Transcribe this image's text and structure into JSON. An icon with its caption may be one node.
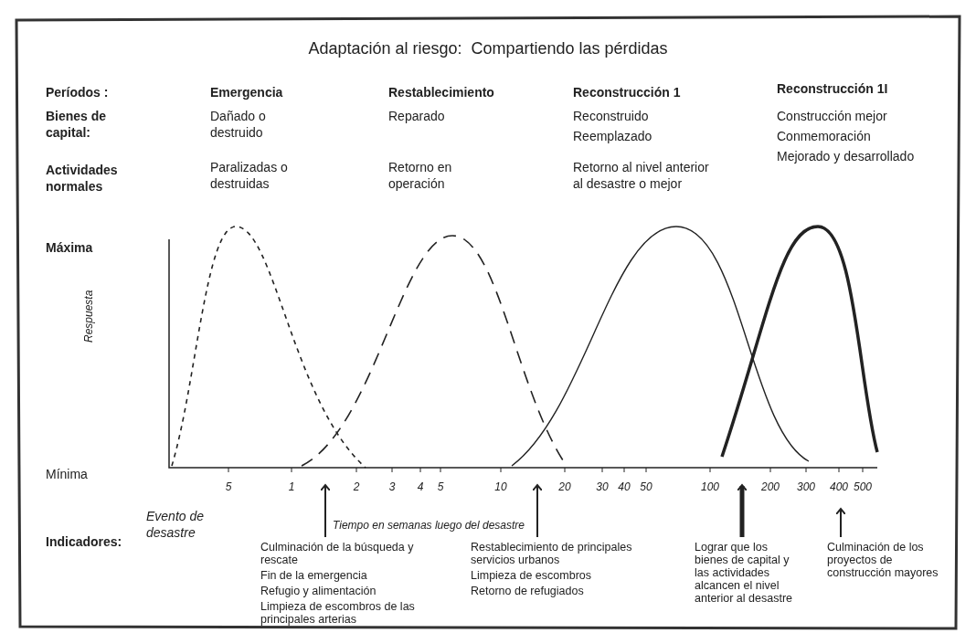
{
  "diagram": {
    "title": "Adaptación al riesgo:  Compartiendo las pérdidas",
    "nodes": [
      {
        "text": [
          "Culminación de la búsqueda y rescate",
          "Fin de la emergencia",
          "Refugio y alimentación",
          "Limpieza de escombros de las principales arterias"
        ]
      },
      {
        "text": [
          "Restablecimiento de principales servicios urbanos",
          "Limpieza de escombros",
          "Retorno de refugiados"
        ]
      },
      {
        "text": [
          "Lograr que los bienes de capital y las actividades alcancen el nivel anterior al desastre"
        ]
      },
      {
        "text": [
          "Culminación de los proyectos de construcción mayores"
        ]
      }
    ],
    "edges": [
      {
        "from": 0,
        "to": null,
        "arrow": "to"
      },
      {
        "from": 1,
        "to": null,
        "arrow": "to"
      },
      {
        "from": 2,
        "to": null,
        "arrow": "to",
        "style": "thick"
      },
      {
        "from": 3,
        "to": null,
        "arrow": "to"
      }
    ],
    "labels": [
      "Períodos :",
      "Emergencia",
      "Restablecimiento",
      "Reconstrucción 1",
      "Reconstrucción 1I",
      "Bienes de capital:",
      "Dañado o destruido",
      "Reparado",
      "Reconstruido",
      "Reemplazado",
      "Construcción mejor",
      "Conmemoración",
      "Mejorado y desarrollado",
      "Actividades normales",
      "Paralizadas o destruidas",
      "Retorno en operación",
      "Retorno al nivel anterior al desastre o mejor",
      "Máxima",
      "Respuesta",
      "Mínima",
      "5",
      "1",
      "2",
      "3",
      "4",
      "5",
      "10",
      "20",
      "30",
      "40",
      "50",
      "100",
      "200",
      "300",
      "400",
      "500",
      "Evento de desastre",
      "Tiempo en semanas luego del desastre",
      "Indicadores:"
    ]
  }
}
